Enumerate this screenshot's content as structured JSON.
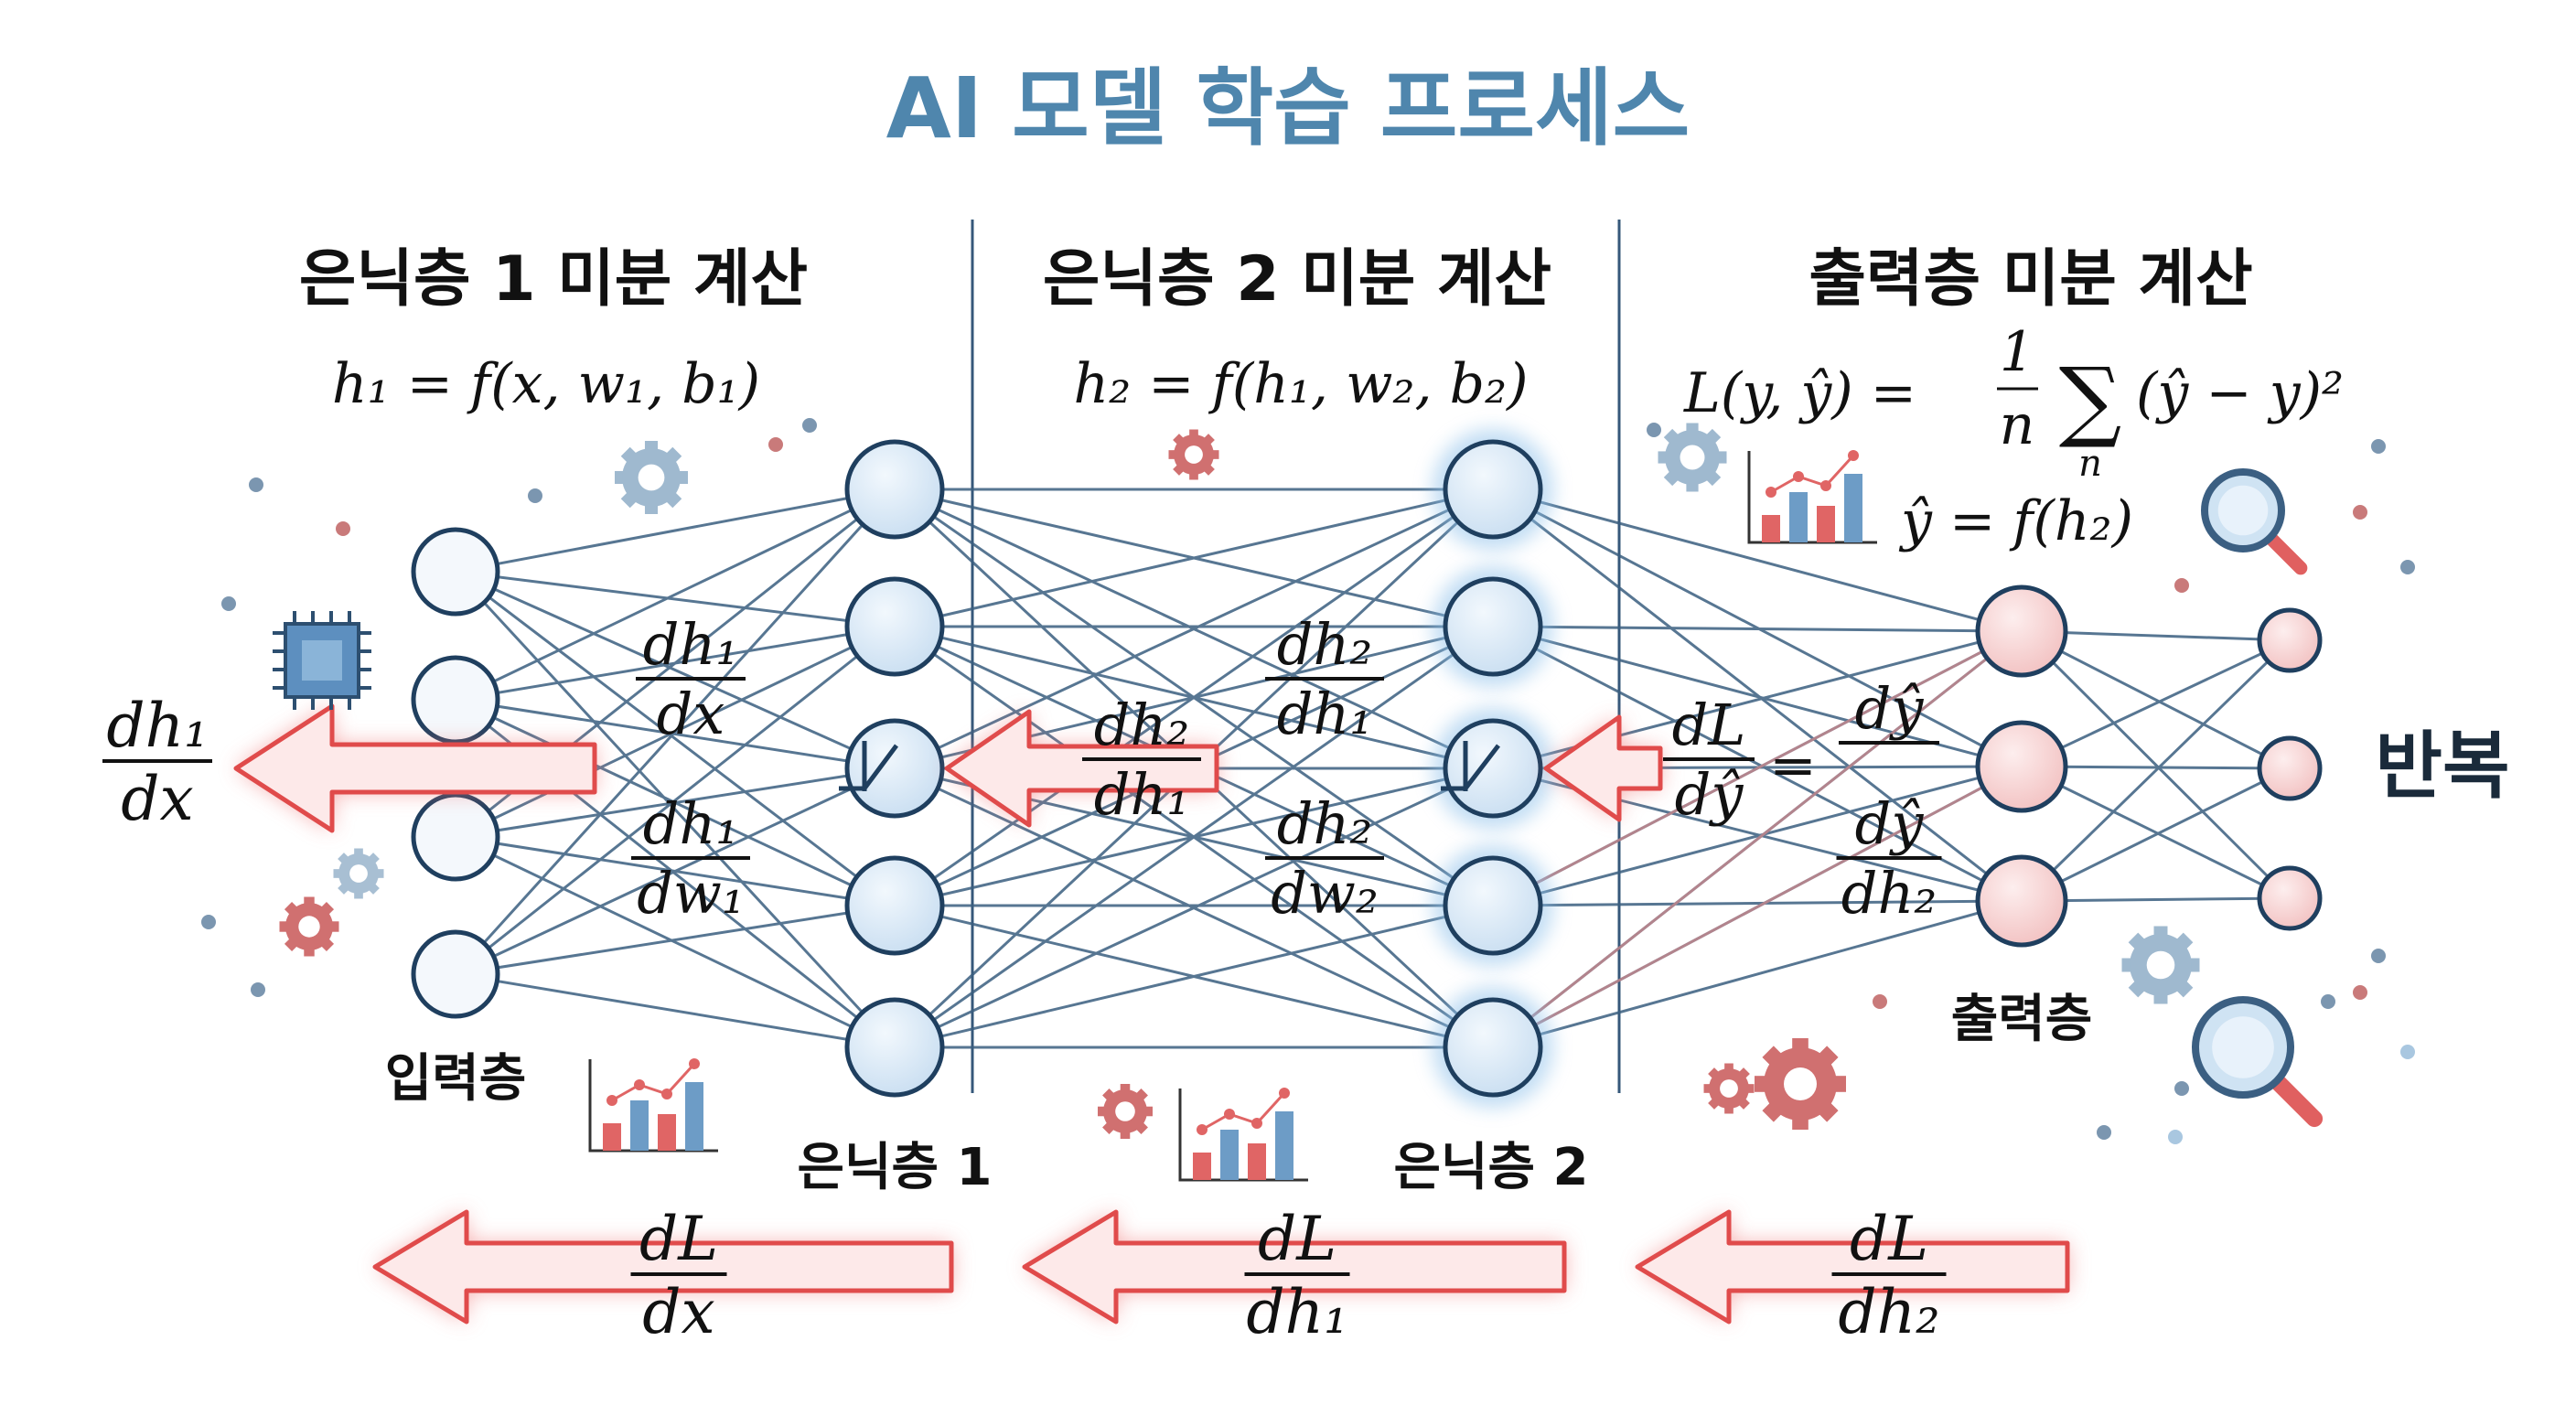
{
  "title": "AI 모델 학습 프로세스",
  "sections": {
    "hidden1": {
      "heading": "은닉층 1 미분 계산",
      "formula": "h₁ = f(x, w₁, b₁)"
    },
    "hidden2": {
      "heading": "은닉층 2 미분 계산",
      "formula": "h₂ = f(h₁, w₂, b₂)"
    },
    "output": {
      "heading": "출력층 미분 계산",
      "loss_lhs": "L(y, ŷ) =",
      "loss_frac_num": "1",
      "loss_frac_den": "n",
      "loss_sum": "∑",
      "loss_sum_sub": "n",
      "loss_rhs": "(ŷ − y)²",
      "yhat": "ŷ = f(h₂)"
    }
  },
  "layer_labels": {
    "input": "입력층",
    "hidden1": "은닉층 1",
    "hidden2": "은닉층 2",
    "output": "출력층"
  },
  "repeat_label": "반복",
  "derivatives": {
    "dh1_dx_left": {
      "num": "dh₁",
      "den": "dx"
    },
    "h1_a": {
      "num": "dh₁",
      "den": "dx"
    },
    "h1_b": {
      "num": "dh₁",
      "den": "dw₁"
    },
    "h2_mid": {
      "num": "dh₂",
      "den": "dh₁"
    },
    "h2_a": {
      "num": "dh₂",
      "den": "dh₁"
    },
    "h2_b": {
      "num": "dh₂",
      "den": "dw₂"
    },
    "out_dl": {
      "num": "dL",
      "den": "dŷ"
    },
    "out_eq": "=",
    "out_a": {
      "num": "dŷ",
      "den": "dŷ"
    },
    "out_b": {
      "den": "dh₂"
    }
  },
  "bottom": {
    "b1": {
      "num": "dL",
      "den": "dx"
    },
    "b2": {
      "num": "dL",
      "den": "dh₁"
    },
    "b3": {
      "num": "dL",
      "den": "dh₂"
    }
  },
  "colors": {
    "title": "#4f86ad",
    "node_blue": "#dbe9f6",
    "node_stroke": "#1f3f5f",
    "node_pink": "#f6d2d2",
    "arrow_red": "#e55656",
    "line": "#3a5f80"
  }
}
